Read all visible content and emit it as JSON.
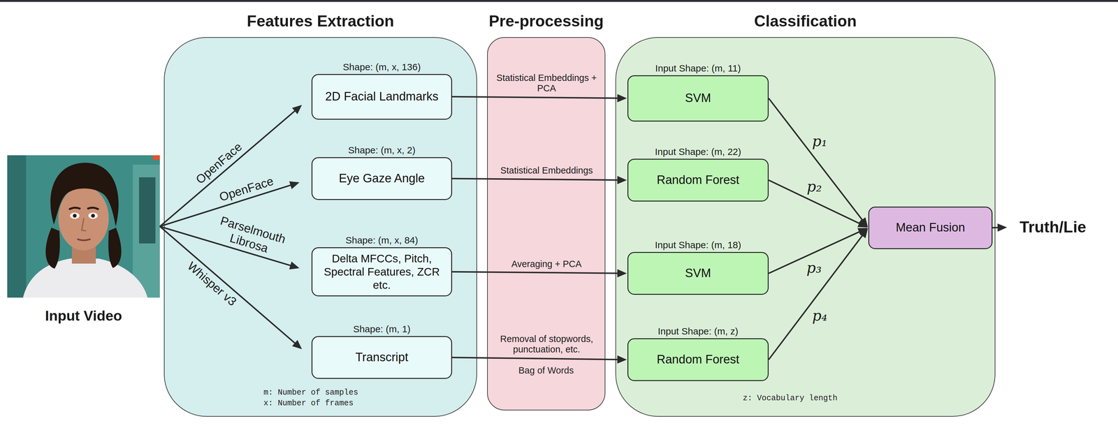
{
  "diagram": {
    "nodes": [
      {
        "text": [
          "Input Video"
        ]
      },
      {
        "text": [
          "Features Extraction"
        ]
      },
      {
        "text": [
          "Shape: (m, x, 136)",
          "2D Facial Landmarks"
        ],
        "in": 1
      },
      {
        "text": [
          "Shape: (m, x, 2)",
          "Eye Gaze Angle"
        ],
        "in": 1
      },
      {
        "text": [
          "Shape: (m, x, 84)",
          "Delta MFCCs, Pitch, Spectral Features, ZCR etc."
        ],
        "in": 1
      },
      {
        "text": [
          "Shape: (m, 1)",
          "Transcript"
        ],
        "in": 1
      },
      {
        "text": [
          "Pre-processing"
        ]
      },
      {
        "text": [
          "Classification"
        ]
      },
      {
        "text": [
          "Input Shape: (m, 11)",
          "SVM"
        ],
        "in": 7
      },
      {
        "text": [
          "Input Shape: (m, 22)",
          "Random Forest"
        ],
        "in": 7
      },
      {
        "text": [
          "Input Shape: (m, 18)",
          "SVM"
        ],
        "in": 7
      },
      {
        "text": [
          "Input Shape: (m, z)",
          "Random Forest"
        ],
        "in": 7
      },
      {
        "text": [
          "Mean Fusion"
        ],
        "in": 7
      },
      {
        "text": [
          "Truth/Lie"
        ]
      }
    ],
    "edges": [
      {
        "from": 0,
        "to": 2,
        "label": "OpenFace",
        "arrow": "to"
      },
      {
        "from": 0,
        "to": 3,
        "label": "OpenFace",
        "arrow": "to"
      },
      {
        "from": 0,
        "to": 4,
        "label": "Parselmouth Librosa",
        "arrow": "to"
      },
      {
        "from": 0,
        "to": 5,
        "label": "Whisper v3",
        "arrow": "to"
      },
      {
        "from": 2,
        "to": 8,
        "label": "Statistical Embeddings + PCA",
        "arrow": "to"
      },
      {
        "from": 3,
        "to": 9,
        "label": "Statistical Embeddings",
        "arrow": "to"
      },
      {
        "from": 4,
        "to": 10,
        "label": "Averaging + PCA",
        "arrow": "to"
      },
      {
        "from": 5,
        "to": 11,
        "label": "Removal of stopwords, punctuation, etc.",
        "arrow": "to"
      },
      {
        "from": 8,
        "to": 12,
        "label": "p₁",
        "arrow": "to"
      },
      {
        "from": 9,
        "to": 12,
        "label": "p₂",
        "arrow": "to"
      },
      {
        "from": 10,
        "to": 12,
        "label": "p₃",
        "arrow": "to"
      },
      {
        "from": 11,
        "to": 12,
        "label": "p₄",
        "arrow": "to"
      },
      {
        "from": 12,
        "to": 13,
        "arrow": "to"
      }
    ],
    "labels": [
      "Bag of Words",
      "m: Number of samples",
      "x: Number of frames",
      "z: Vocabulary length"
    ]
  }
}
